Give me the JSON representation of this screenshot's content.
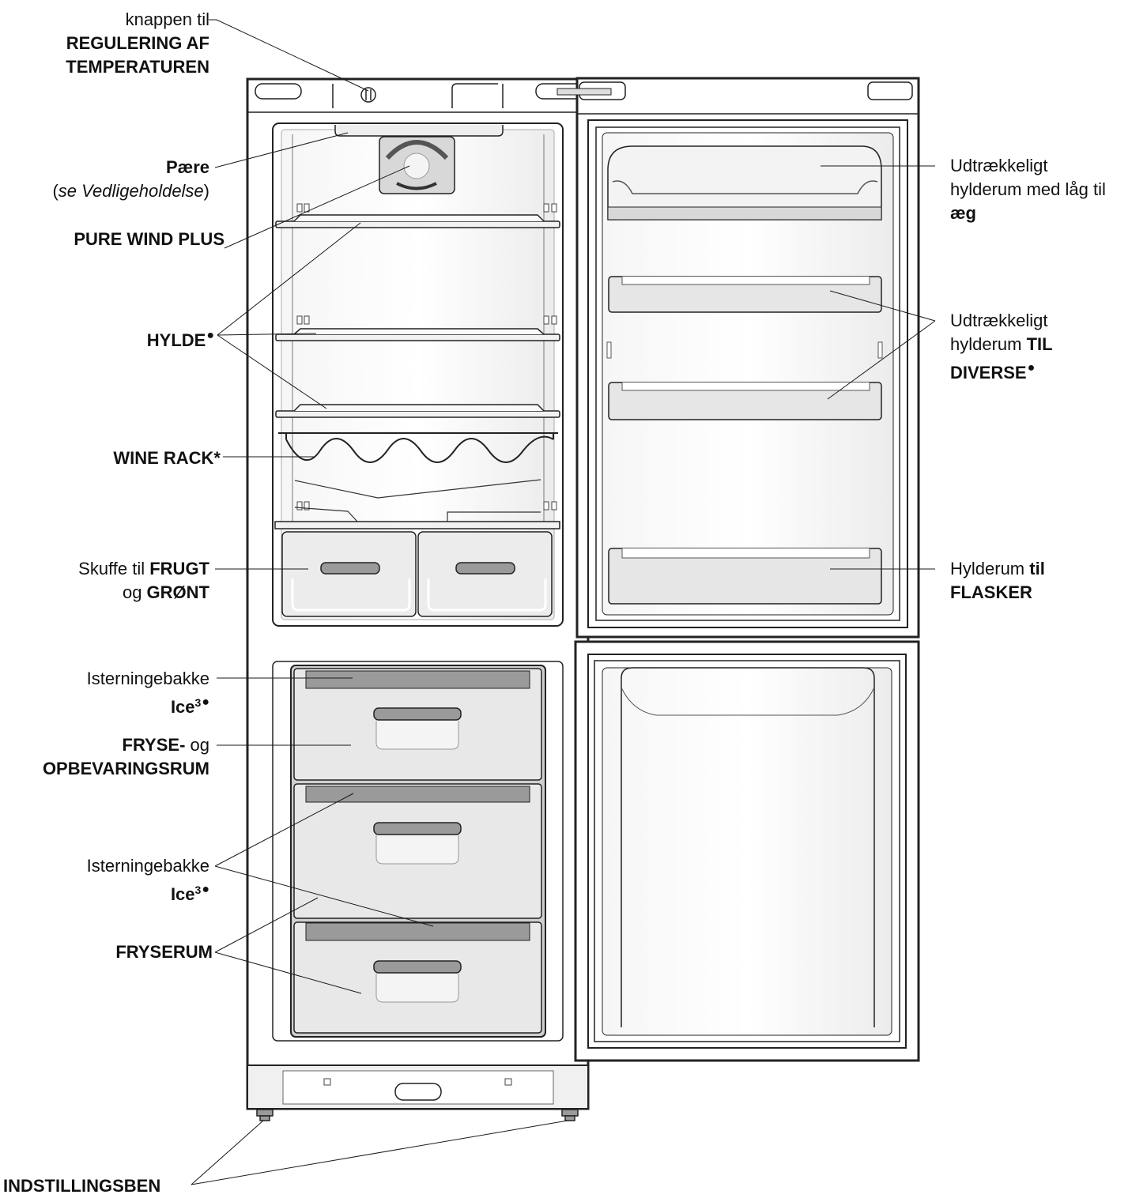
{
  "labels": {
    "temp_knob": {
      "line1": "knappen til",
      "line2": "REGULERING AF",
      "line3": "TEMPERATUREN"
    },
    "bulb": {
      "title": "Pære",
      "paren_open": "(",
      "note": "se Vedligeholdelse",
      "paren_close": ")"
    },
    "pure_wind": {
      "title": "PURE WIND PLUS"
    },
    "shelf": {
      "title": "HYLDE",
      "mark": "●"
    },
    "wine_rack": {
      "title": "WINE RACK*"
    },
    "crisper": {
      "line1_a": "Skuffe til ",
      "line1_b": "FRUGT",
      "line2_a": "og ",
      "line2_b": "GRØNT"
    },
    "ice_tray_1": {
      "line1": "Isterningebakke",
      "line2": "Ice",
      "sup": "3",
      "mark": "●"
    },
    "freeze_storage": {
      "line1_a": "FRYSE-",
      "line1_b": " og",
      "line2": "OPBEVARINGSRUM"
    },
    "ice_tray_2": {
      "line1": "Isterningebakke",
      "line2": "Ice",
      "sup": "3",
      "mark": "●"
    },
    "freezer": {
      "title": "FRYSERUM"
    },
    "feet": {
      "title": "INDSTILLINGSBEN"
    },
    "egg_shelf": {
      "line1": "Udtrækkeligt",
      "line2": "hylderum med låg til",
      "line3": "æg"
    },
    "misc_shelf": {
      "line1": "Udtrækkeligt",
      "line2_a": "hylderum ",
      "line2_b": "TIL",
      "line3": "DIVERSE",
      "mark": "●"
    },
    "bottle_shelf": {
      "line1_a": "Hylderum ",
      "line1_b": "til",
      "line2": "FLASKER"
    }
  },
  "colors": {
    "line": "#1a1a1a",
    "outline": "#222222",
    "drawer_fill": "#e6e6e6",
    "drawer_dark": "#9a9a9a",
    "shelf_fill": "#f2f2f2"
  }
}
